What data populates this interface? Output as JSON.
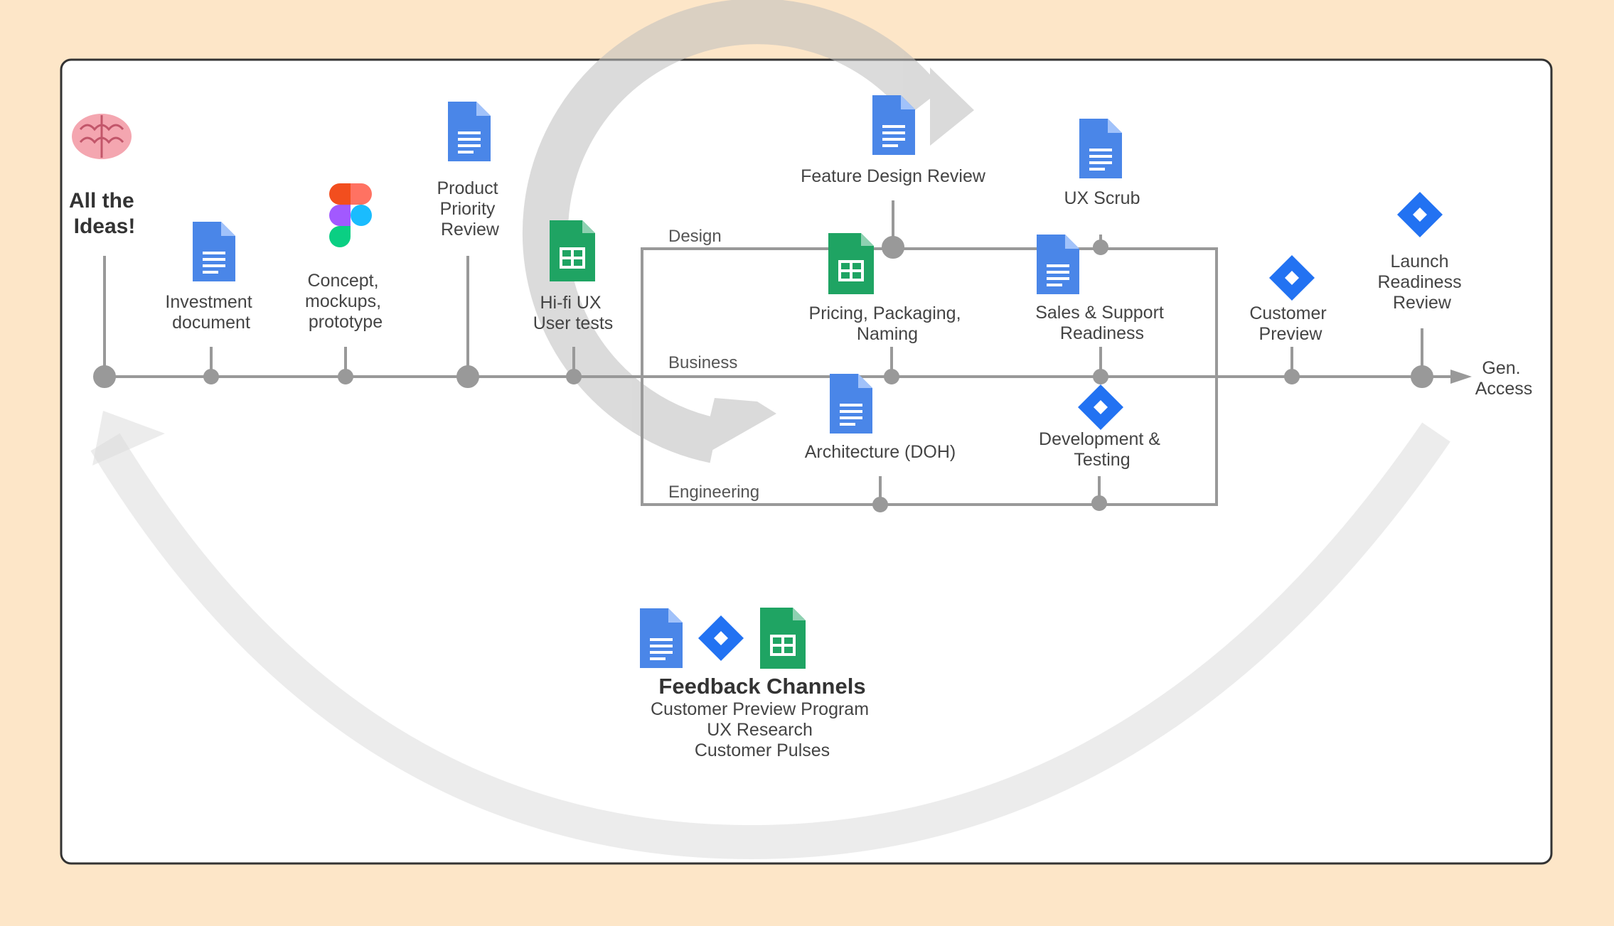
{
  "diagram": {
    "start_title": [
      "All the",
      "Ideas!"
    ],
    "end_label": [
      "Gen.",
      "Access"
    ],
    "lanes": {
      "design": "Design",
      "business": "Business",
      "engineering": "Engineering"
    },
    "milestones": {
      "investment": [
        "Investment",
        "document"
      ],
      "concept": [
        "Concept,",
        "mockups,",
        "prototype"
      ],
      "priority": [
        "Product",
        "Priority",
        "Review"
      ],
      "hifi": [
        "Hi-fi UX",
        "User tests"
      ],
      "feature_design": [
        "Feature Design Review"
      ],
      "ux_scrub": [
        "UX Scrub"
      ],
      "pricing": [
        "Pricing, Packaging,",
        "Naming"
      ],
      "sales": [
        "Sales & Support",
        "Readiness"
      ],
      "architecture": [
        "Architecture (DOH)"
      ],
      "development": [
        "Development &",
        "Testing"
      ],
      "customer_preview": [
        "Customer",
        "Preview"
      ],
      "launch": [
        "Launch",
        "Readiness",
        "Review"
      ]
    },
    "feedback": {
      "title": "Feedback Channels",
      "items": [
        "Customer Preview Program",
        "UX Research",
        "Customer Pulses"
      ]
    }
  },
  "colors": {
    "background": "#fde6c8",
    "docs_blue": "#4a86e8",
    "sheets_green": "#1fa463",
    "jira_blue": "#2272f2",
    "timeline_gray": "#999999",
    "arrow_gray": "#e7e7e7"
  },
  "icons": {
    "brain": "brain-icon",
    "figma": "figma-icon",
    "docs": "google-docs-icon",
    "sheets": "google-sheets-icon",
    "jira": "jira-icon"
  }
}
